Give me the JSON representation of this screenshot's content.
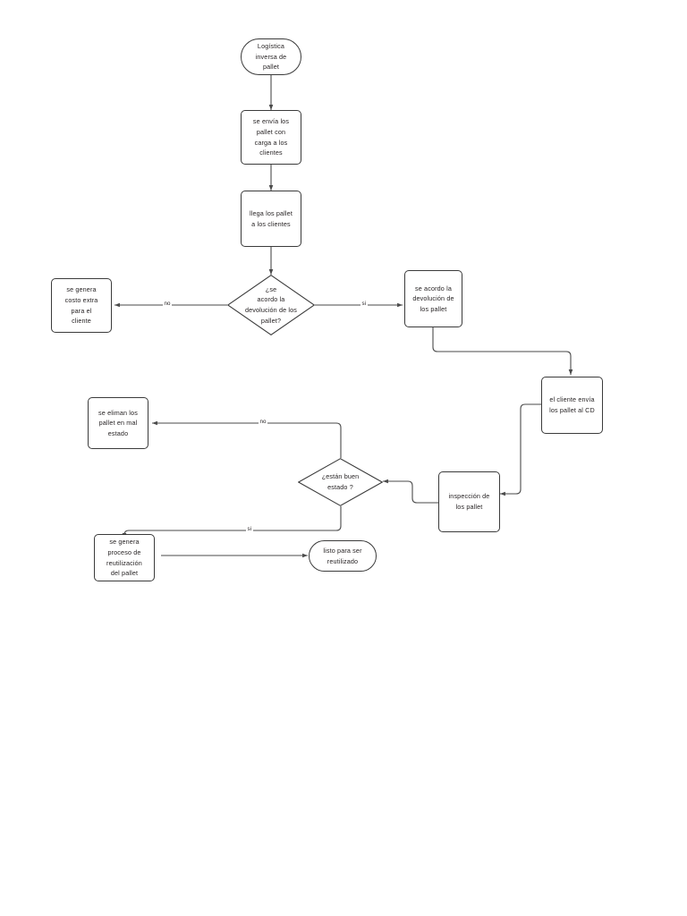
{
  "diagram": {
    "type": "flowchart",
    "title": "Logística inversa de pallet",
    "orientation": "top-down",
    "background_color": "#ffffff",
    "stroke_color": "#3b3b3b",
    "text_color": "#231f20",
    "nodes": [
      {
        "id": "start",
        "shape": "terminator",
        "label": "Logística\ninversa de\npallet"
      },
      {
        "id": "envia",
        "shape": "process",
        "label": "se envía los\npallet con\ncarga a los\nclientes"
      },
      {
        "id": "llega",
        "shape": "process",
        "label": "llega los pallet\na los clientes"
      },
      {
        "id": "dec1",
        "shape": "decision",
        "label": "¿se\nacordo la\ndevolución de los\npallet?"
      },
      {
        "id": "costo",
        "shape": "process",
        "label": "se genera\ncosto extra\npara el\ncliente"
      },
      {
        "id": "acordo",
        "shape": "process",
        "label": "se acordo la\ndevolución de\nlos pallet"
      },
      {
        "id": "clienteCD",
        "shape": "process",
        "label": "el cliente envía\nlos pallet al CD"
      },
      {
        "id": "inspeccion",
        "shape": "process",
        "label": "inspección de\nlos pallet"
      },
      {
        "id": "dec2",
        "shape": "decision",
        "label": "¿están buen\nestado ?"
      },
      {
        "id": "eliman",
        "shape": "process",
        "label": "se eliman los\npallet en mal\nestado"
      },
      {
        "id": "reutiliza",
        "shape": "process",
        "label": "se genera\nproceso de\nreutilización\ndel pallet"
      },
      {
        "id": "listo",
        "shape": "terminator",
        "label": "listo para ser\nreutilizado"
      }
    ],
    "edges": [
      {
        "from": "start",
        "to": "envia",
        "label": ""
      },
      {
        "from": "envia",
        "to": "llega",
        "label": ""
      },
      {
        "from": "llega",
        "to": "dec1",
        "label": ""
      },
      {
        "from": "dec1",
        "to": "costo",
        "label": "no"
      },
      {
        "from": "dec1",
        "to": "acordo",
        "label": "si"
      },
      {
        "from": "acordo",
        "to": "clienteCD",
        "label": ""
      },
      {
        "from": "clienteCD",
        "to": "inspeccion",
        "label": ""
      },
      {
        "from": "inspeccion",
        "to": "dec2",
        "label": ""
      },
      {
        "from": "dec2",
        "to": "eliman",
        "label": "no"
      },
      {
        "from": "dec2",
        "to": "reutiliza",
        "label": "si"
      },
      {
        "from": "reutiliza",
        "to": "listo",
        "label": ""
      }
    ]
  }
}
